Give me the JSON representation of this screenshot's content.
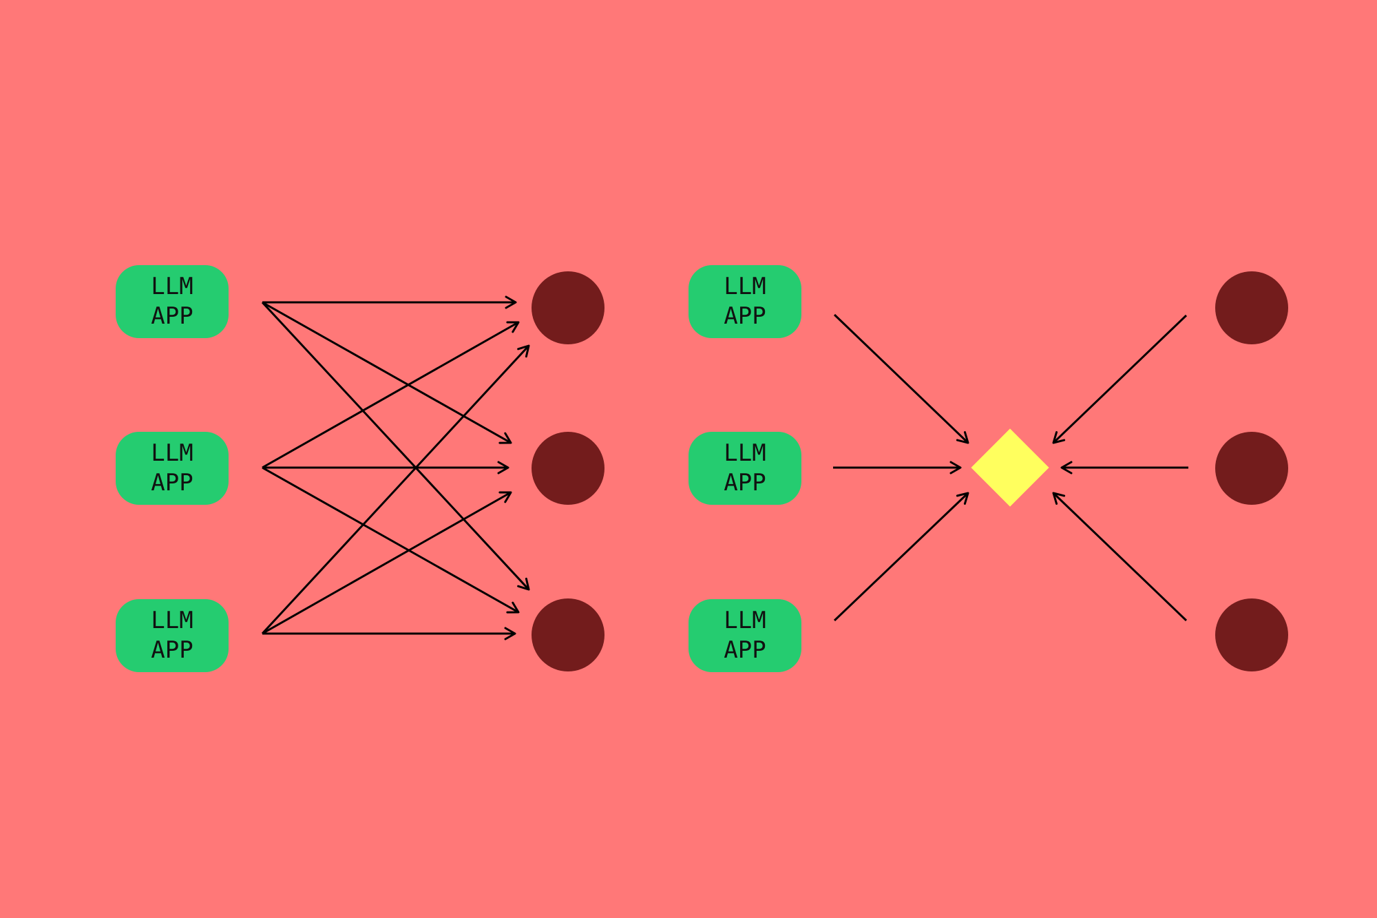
{
  "colors": {
    "background": "#FF7878",
    "app_box": "#25CC70",
    "server_node": "#731C1C",
    "hub": "#FFFF5E",
    "arrow": "#000000"
  },
  "left_diagram": {
    "description": "N x M: every LLM app connects directly to every server",
    "apps": [
      {
        "line1": "LLM",
        "line2": "APP"
      },
      {
        "line1": "LLM",
        "line2": "APP"
      },
      {
        "line1": "LLM",
        "line2": "APP"
      }
    ],
    "servers": 3,
    "connections": 9
  },
  "right_diagram": {
    "description": "N + M: LLM apps and servers connect through a central hub",
    "apps": [
      {
        "line1": "LLM",
        "line2": "APP"
      },
      {
        "line1": "LLM",
        "line2": "APP"
      },
      {
        "line1": "LLM",
        "line2": "APP"
      }
    ],
    "servers": 3,
    "hub_shape": "diamond",
    "connections": 6
  }
}
